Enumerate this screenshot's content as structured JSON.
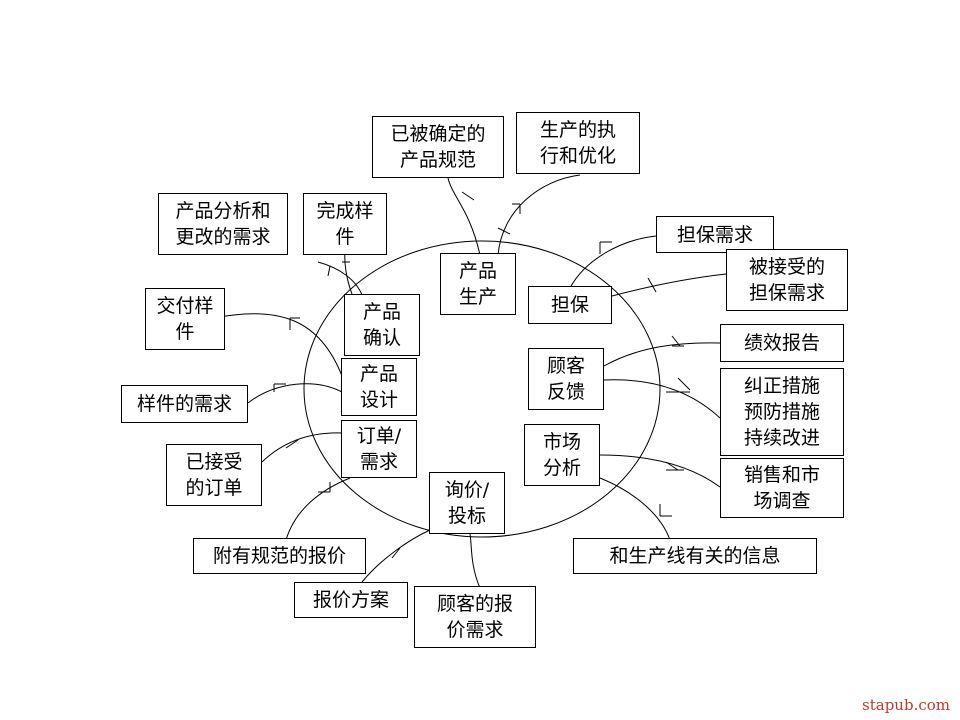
{
  "diagram": {
    "center_nodes": {
      "production": [
        "产品",
        "生产"
      ],
      "confirmation": [
        "产品",
        "确认"
      ],
      "design": [
        "产品",
        "设计"
      ],
      "order": [
        "订单/",
        "需求"
      ],
      "inquiry": [
        "询价/",
        "投标"
      ],
      "guarantee": [
        "担保"
      ],
      "feedback": [
        "顾客",
        "反馈"
      ],
      "market": [
        "市场",
        "分析"
      ]
    },
    "outer_nodes": {
      "confirmed_spec": [
        "已被确定的",
        "产品规范"
      ],
      "execution": [
        "生产的执",
        "行和优化"
      ],
      "analysis_change": [
        "产品分析和",
        "更改的需求"
      ],
      "finished_sample": [
        "完成样",
        "件"
      ],
      "deliver_sample": [
        "交付样",
        "件"
      ],
      "sample_need": [
        "样件的需求"
      ],
      "accepted_order": [
        "已接受",
        "的订单"
      ],
      "quote_with_spec": [
        "附有规范的报价"
      ],
      "quote_plan": [
        "报价方案"
      ],
      "customer_quote_need": [
        "顾客的报",
        "价需求"
      ],
      "guarantee_need": [
        "担保需求"
      ],
      "accepted_guarantee": [
        "被接受的",
        "担保需求"
      ],
      "performance_report": [
        "绩效报告"
      ],
      "corrective": [
        "纠正措施",
        "预防措施",
        "持续改进"
      ],
      "sales_research": [
        "销售和市",
        "场调查"
      ],
      "line_info": [
        "和生产线有关的信息"
      ]
    }
  },
  "watermark": "stapub.com"
}
